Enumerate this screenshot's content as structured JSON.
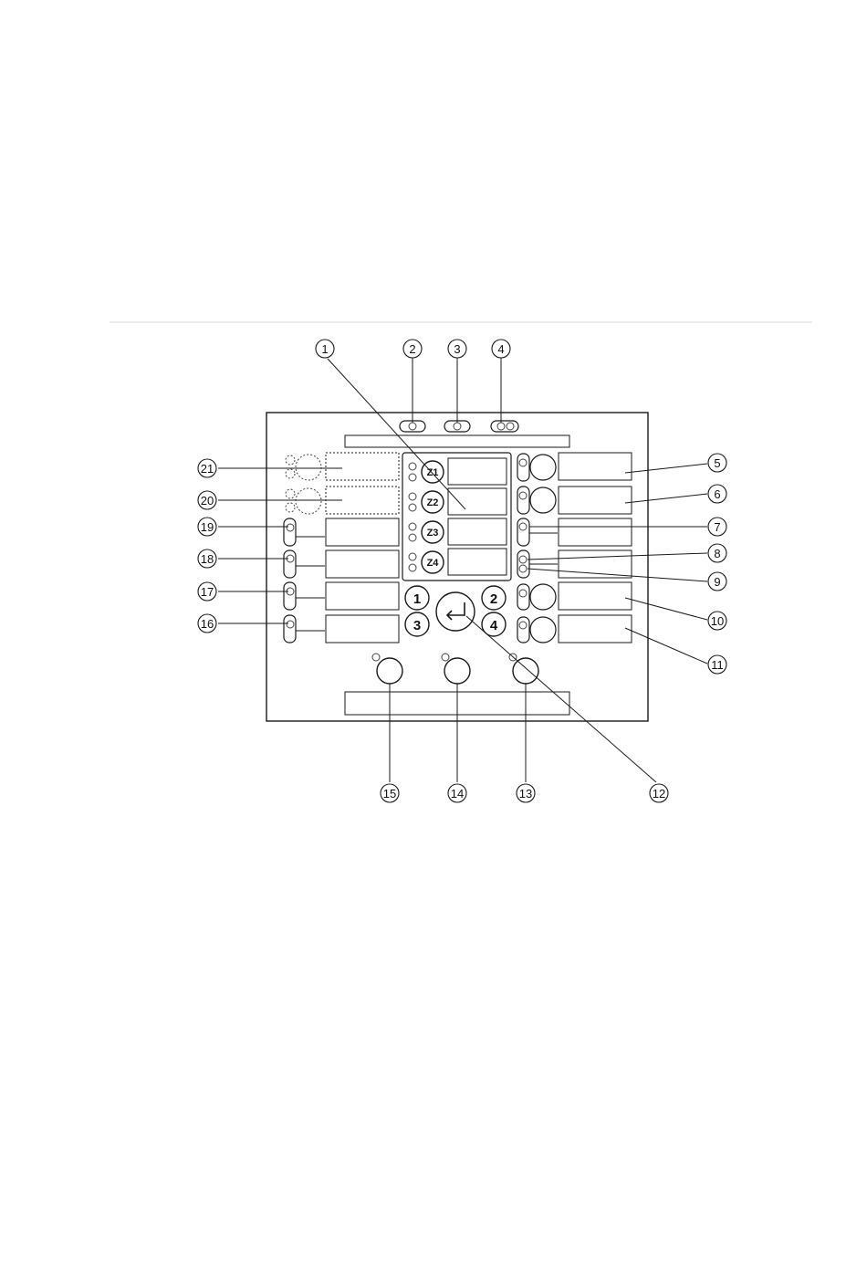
{
  "colors": {
    "line": "#1a1a1a",
    "rule": "#d9d9d9",
    "background": "#ffffff"
  },
  "zone_keys": [
    "Z1",
    "Z2",
    "Z3",
    "Z4"
  ],
  "number_keys": [
    "1",
    "2",
    "3",
    "4"
  ],
  "enter_key": {
    "icon": "enter-arrow-icon"
  },
  "callouts": [
    "1",
    "2",
    "3",
    "4",
    "5",
    "6",
    "7",
    "8",
    "9",
    "10",
    "11",
    "12",
    "13",
    "14",
    "15",
    "16",
    "17",
    "18",
    "19",
    "20",
    "21"
  ]
}
